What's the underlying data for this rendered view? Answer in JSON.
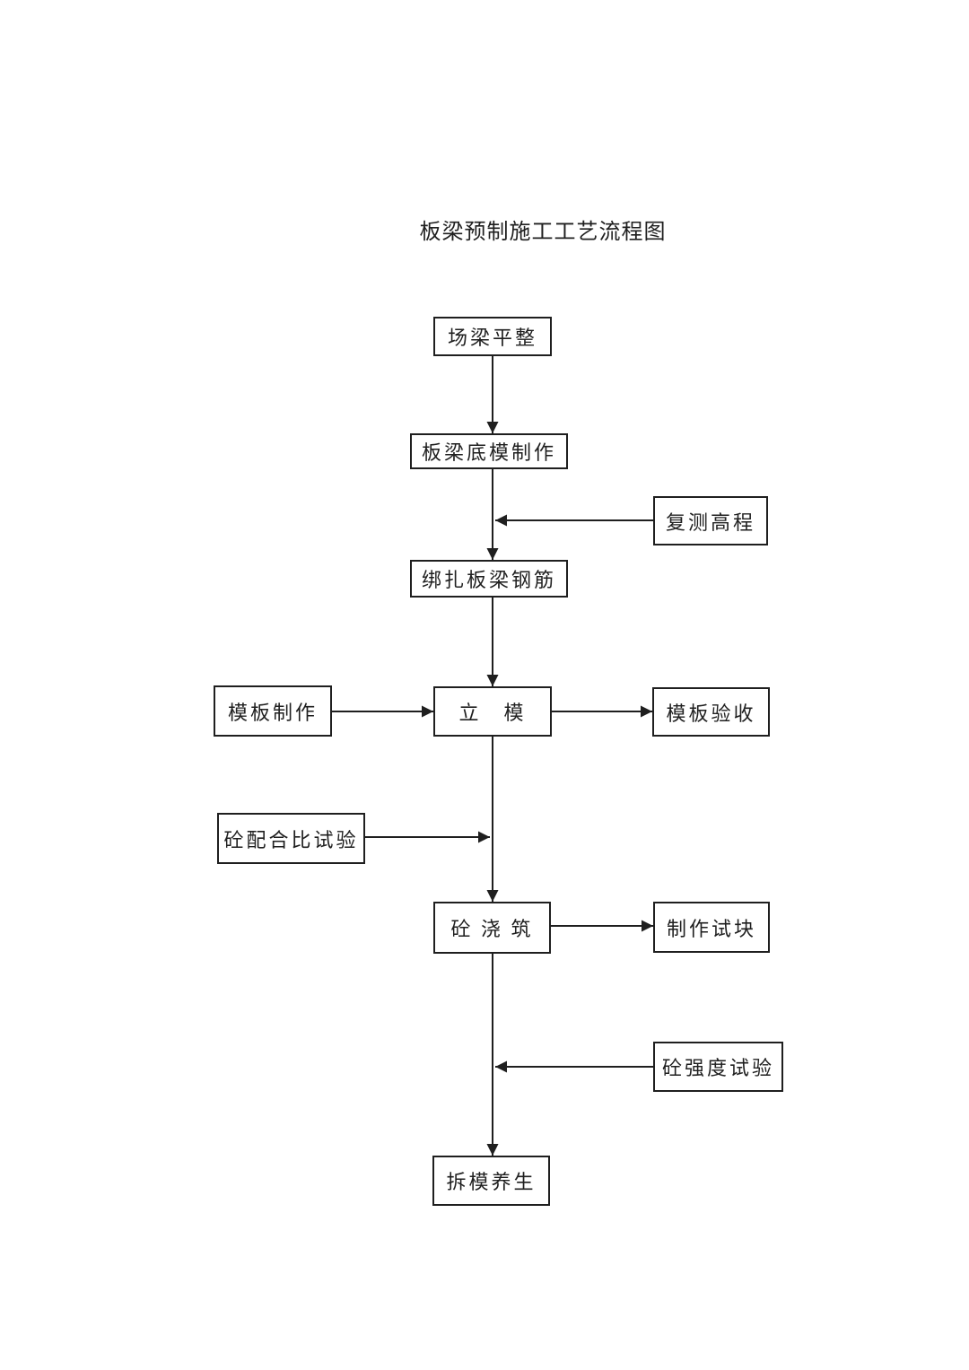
{
  "page": {
    "title": "板梁预制施工工艺流程图"
  },
  "colors": {
    "background": "#ffffff",
    "line": "#1f1f1f",
    "text": "#1f1f1f"
  },
  "flowchart": {
    "nodes": [
      {
        "id": "site-leveling",
        "label": "场梁平整"
      },
      {
        "id": "bottom-form-making",
        "label": "板梁底模制作"
      },
      {
        "id": "elevation-recheck",
        "label": "复测高程"
      },
      {
        "id": "rebar-tying",
        "label": "绑扎板梁钢筋"
      },
      {
        "id": "formwork-making",
        "label": "模板制作"
      },
      {
        "id": "formwork-erection",
        "label": "立　模"
      },
      {
        "id": "formwork-acceptance",
        "label": "模板验收"
      },
      {
        "id": "mix-ratio-test",
        "label": "砼配合比试验"
      },
      {
        "id": "concrete-pouring",
        "label": "砼 浇 筑"
      },
      {
        "id": "test-block-making",
        "label": "制作试块"
      },
      {
        "id": "strength-test",
        "label": "砼强度试验"
      },
      {
        "id": "form-removal-curing",
        "label": "拆模养生"
      }
    ],
    "edges": [
      {
        "from": "site-leveling",
        "to": "bottom-form-making"
      },
      {
        "from": "bottom-form-making",
        "to": "rebar-tying"
      },
      {
        "from": "elevation-recheck",
        "to": "bottom-form-making-to-rebar-tying-line"
      },
      {
        "from": "rebar-tying",
        "to": "formwork-erection"
      },
      {
        "from": "formwork-making",
        "to": "formwork-erection"
      },
      {
        "from": "formwork-erection",
        "to": "formwork-acceptance"
      },
      {
        "from": "formwork-erection",
        "to": "concrete-pouring"
      },
      {
        "from": "mix-ratio-test",
        "to": "formwork-erection-to-concrete-pouring-line"
      },
      {
        "from": "concrete-pouring",
        "to": "test-block-making"
      },
      {
        "from": "concrete-pouring",
        "to": "form-removal-curing"
      },
      {
        "from": "strength-test",
        "to": "concrete-pouring-to-form-removal-curing-line"
      }
    ]
  }
}
